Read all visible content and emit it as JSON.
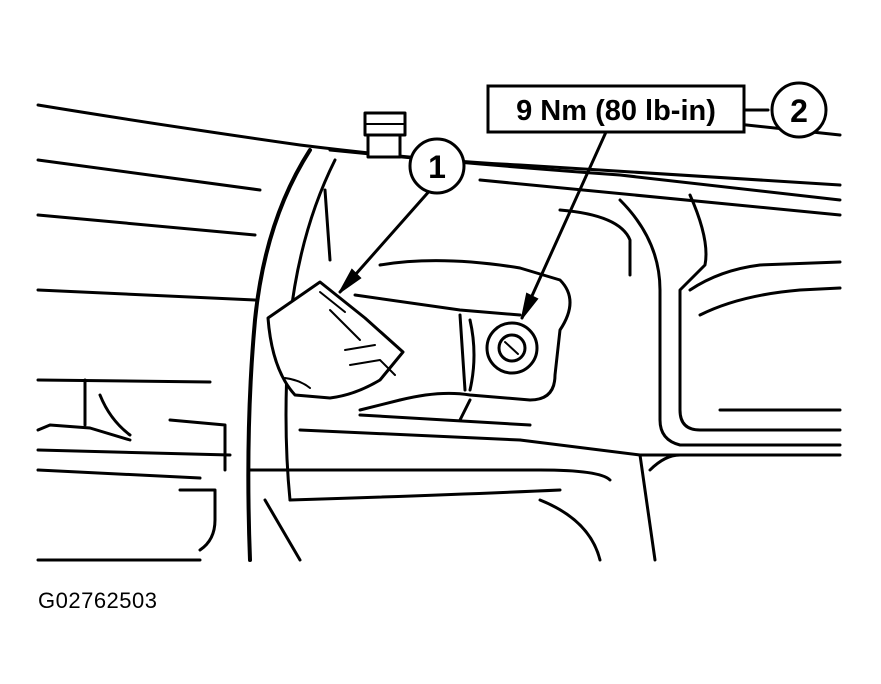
{
  "callouts": [
    {
      "number": "1"
    },
    {
      "number": "2"
    }
  ],
  "torque_label": "9 Nm (80 lb-in)",
  "figure_id": "G02762503",
  "colors": {
    "line": "#000000",
    "background": "#ffffff"
  }
}
